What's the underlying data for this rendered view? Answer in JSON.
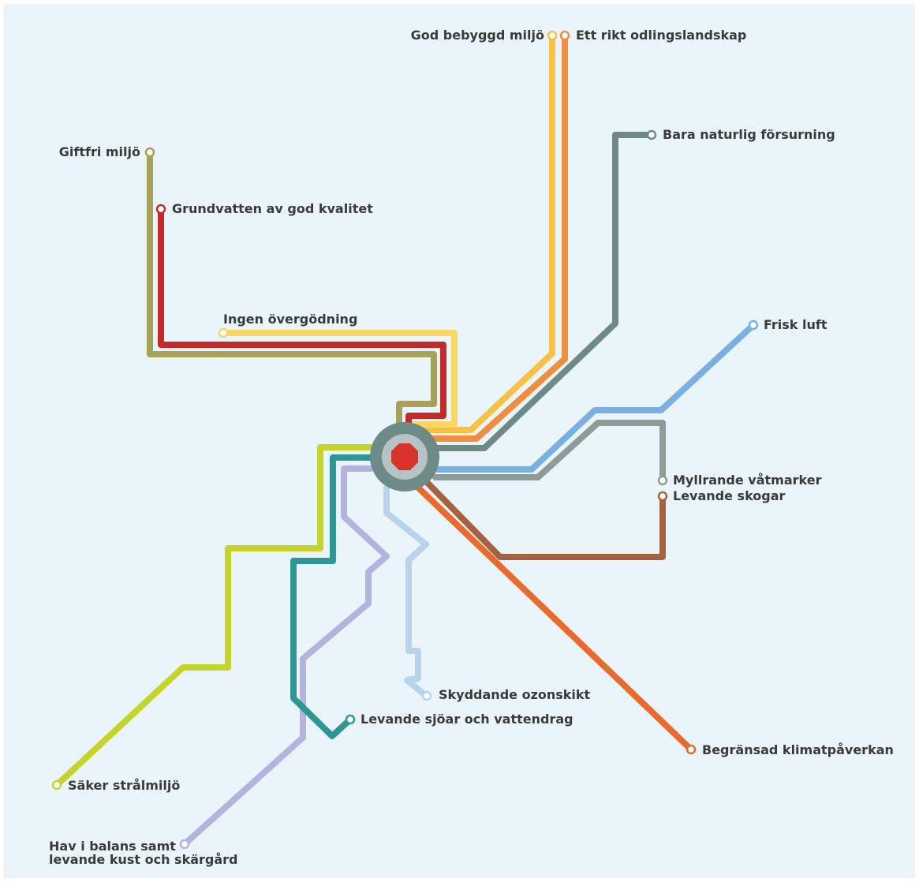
{
  "background_color": "#eaf4fb",
  "lines": [
    {
      "id": "bebyggd",
      "color": "#f7c243",
      "label": "God bebyggd miljö"
    },
    {
      "id": "odling",
      "color": "#ef8f3e",
      "label": "Ett rikt odlingslandskap"
    },
    {
      "id": "forsurning",
      "color": "#6e8a86",
      "label": "Bara naturlig försurning"
    },
    {
      "id": "giftfri",
      "color": "#a7a257",
      "label": "Giftfri miljö"
    },
    {
      "id": "grundvatten",
      "color": "#c52a2a",
      "label": "Grundvatten av god kvalitet"
    },
    {
      "id": "overgodning",
      "color": "#f9d764",
      "label": "Ingen övergödning"
    },
    {
      "id": "friskluft",
      "color": "#79b0e1",
      "label": "Frisk luft"
    },
    {
      "id": "vatmarker",
      "color": "#8e9c98",
      "label": "Myllrande våtmarker"
    },
    {
      "id": "skogar",
      "color": "#a5623e",
      "label": "Levande skogar"
    },
    {
      "id": "klimat",
      "color": "#ea6a2c",
      "label": "Begränsad klimatpåverkan"
    },
    {
      "id": "ozon",
      "color": "#b9d3ea",
      "label": "Skyddande ozonskikt"
    },
    {
      "id": "sjoar",
      "color": "#2e9693",
      "label": "Levande sjöar och vattendrag"
    },
    {
      "id": "stral",
      "color": "#c6d32a",
      "label": "Säker strålmiljö"
    },
    {
      "id": "hav",
      "color": "#b3b3dd",
      "label_line1": "Hav i balans samt",
      "label_line2": "levande kust och skärgård"
    }
  ],
  "hub": {
    "ring_color": "#6e8a86",
    "inner_color": "#b6c3c4",
    "core_color": "#d7332c"
  }
}
